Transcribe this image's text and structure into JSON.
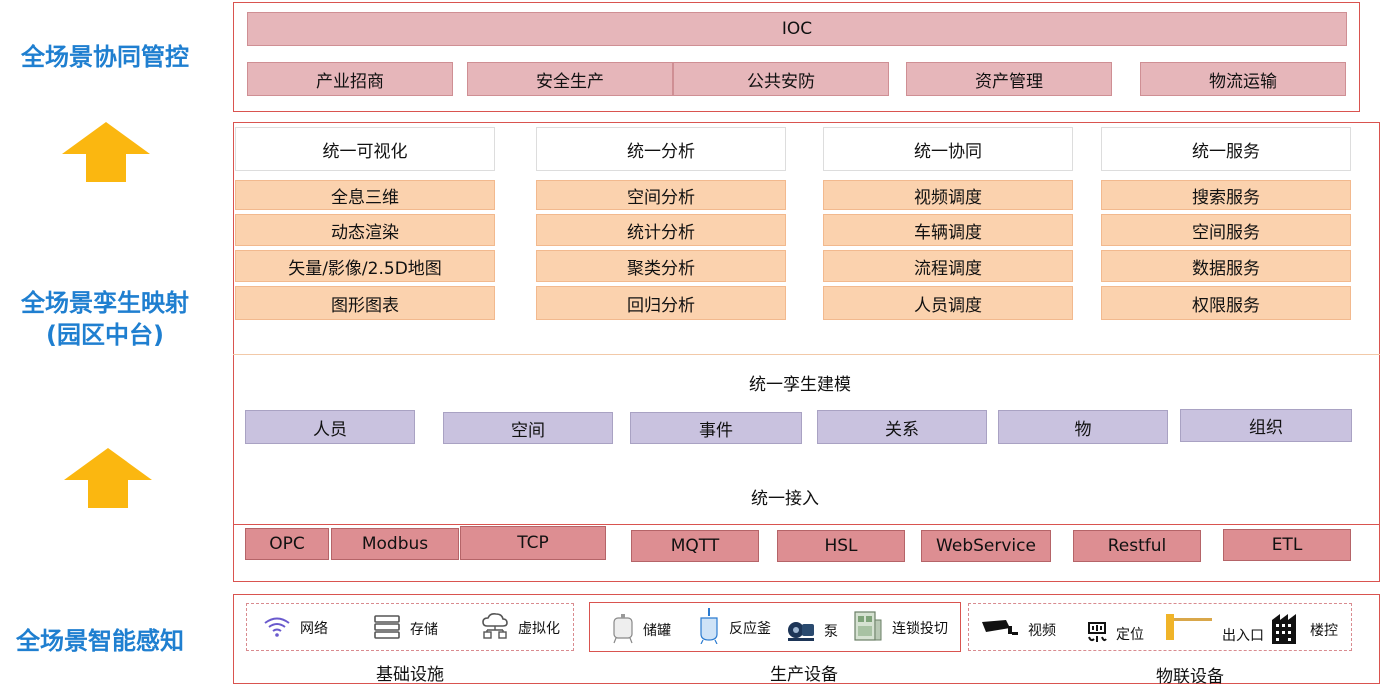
{
  "side_labels": {
    "control": "全场景协同管控",
    "twin_line1": "全场景孪生映射",
    "twin_line2": "(园区中台)",
    "perception": "全场景智能感知"
  },
  "ioc": {
    "title": "IOC",
    "items": [
      "产业招商",
      "安全生产",
      "公共安防",
      "资产管理",
      "物流运输"
    ]
  },
  "unified": [
    {
      "header": "统一可视化",
      "items": [
        "全息三维",
        "动态渲染",
        "矢量/影像/2.5D地图",
        "图形图表"
      ]
    },
    {
      "header": "统一分析",
      "items": [
        "空间分析",
        "统计分析",
        "聚类分析",
        "回归分析"
      ]
    },
    {
      "header": "统一协同",
      "items": [
        "视频调度",
        "车辆调度",
        "流程调度",
        "人员调度"
      ]
    },
    {
      "header": "统一服务",
      "items": [
        "搜索服务",
        "空间服务",
        "数据服务",
        "权限服务"
      ]
    }
  ],
  "modeling": {
    "title": "统一孪生建模",
    "items": [
      "人员",
      "空间",
      "事件",
      "关系",
      "物",
      "组织"
    ]
  },
  "access": {
    "title": "统一接入",
    "protocols": [
      "OPC",
      "Modbus",
      "TCP",
      "MQTT",
      "HSL",
      "WebService",
      "Restful",
      "ETL"
    ]
  },
  "devices": {
    "basic": {
      "title": "基础设施",
      "items": [
        {
          "icon": "wifi-icon",
          "label": "网络"
        },
        {
          "icon": "storage-icon",
          "label": "存储"
        },
        {
          "icon": "cloud-network-icon",
          "label": "虚拟化"
        }
      ]
    },
    "production": {
      "title": "生产设备",
      "items": [
        {
          "icon": "tank-icon",
          "label": "储罐"
        },
        {
          "icon": "reactor-icon",
          "label": "反应釜"
        },
        {
          "icon": "pump-icon",
          "label": "泵"
        },
        {
          "icon": "interlock-icon",
          "label": "连锁投切"
        }
      ]
    },
    "iot": {
      "title": "物联设备",
      "items": [
        {
          "icon": "camera-icon",
          "label": "视频"
        },
        {
          "icon": "locate-icon",
          "label": "定位"
        },
        {
          "icon": "gate-icon",
          "label": "出入口"
        },
        {
          "icon": "building-icon",
          "label": "楼控"
        }
      ]
    }
  },
  "colors": {
    "frame": "#d9534f",
    "side_text": "#1f7fd0",
    "arrow": "#fbb710"
  }
}
